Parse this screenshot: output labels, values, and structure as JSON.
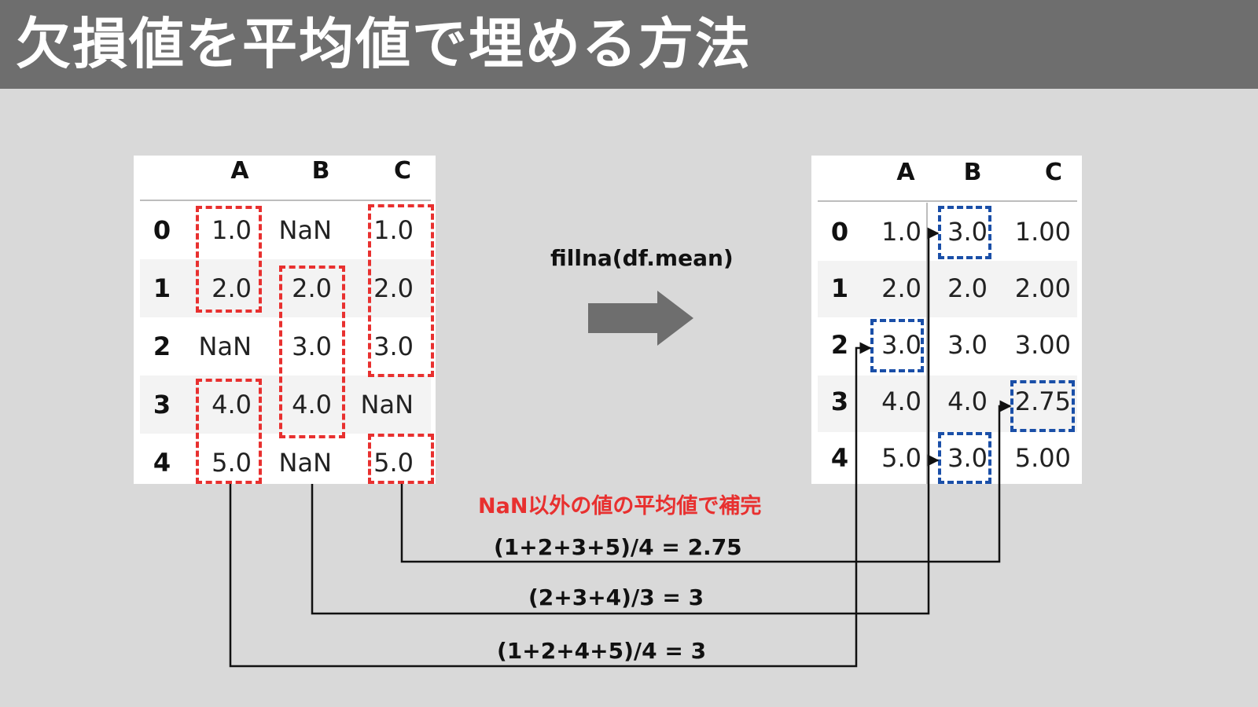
{
  "title": "欠損値を平均値で埋める方法",
  "method_label": "fillna(df.mean)",
  "note_label": "NaN以外の値の平均値で補完",
  "formulas": {
    "c": "(1+2+3+5)/4 = 2.75",
    "b": "(2+3+4)/3 = 3",
    "a": "(1+2+4+5)/4 = 3"
  },
  "before_table": {
    "columns": [
      "A",
      "B",
      "C"
    ],
    "index": [
      "0",
      "1",
      "2",
      "3",
      "4"
    ],
    "rows": [
      [
        "1.0",
        "NaN",
        "1.0"
      ],
      [
        "2.0",
        "2.0",
        "2.0"
      ],
      [
        "NaN",
        "3.0",
        "3.0"
      ],
      [
        "4.0",
        "4.0",
        "NaN"
      ],
      [
        "5.0",
        "NaN",
        "5.0"
      ]
    ]
  },
  "after_table": {
    "columns": [
      "A",
      "B",
      "C"
    ],
    "index": [
      "0",
      "1",
      "2",
      "3",
      "4"
    ],
    "rows": [
      [
        "1.0",
        "3.0",
        "1.00"
      ],
      [
        "2.0",
        "2.0",
        "2.00"
      ],
      [
        "3.0",
        "3.0",
        "3.00"
      ],
      [
        "4.0",
        "4.0",
        "2.75"
      ],
      [
        "5.0",
        "3.0",
        "5.00"
      ]
    ]
  },
  "colors": {
    "title_bg": "#6e6e6e",
    "highlight_red": "#e8302f",
    "highlight_blue": "#1a4fa8",
    "arrow": "#6e6e6e",
    "connector": "#111111"
  }
}
